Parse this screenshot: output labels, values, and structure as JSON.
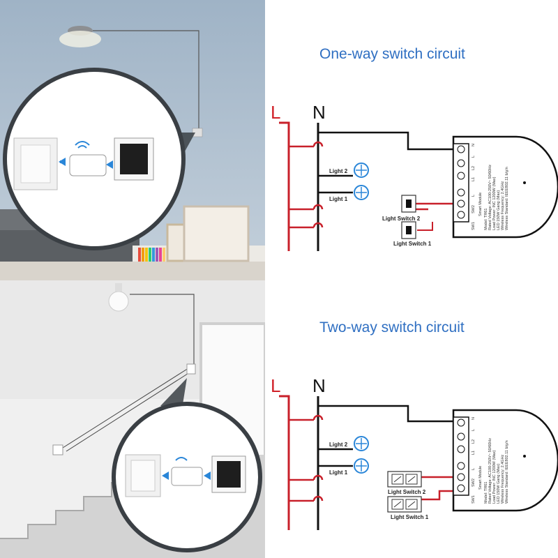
{
  "diagrams": [
    {
      "title": "One-way switch circuit",
      "live_label": "L",
      "neutral_label": "N",
      "light_labels": [
        "Light 2",
        "Light 1"
      ],
      "switch_labels": [
        "Light Switch 2",
        "Light Switch 1"
      ]
    },
    {
      "title": "Two-way switch circuit",
      "live_label": "L",
      "neutral_label": "N",
      "light_labels": [
        "Light 2",
        "Light 1"
      ],
      "switch_labels": [
        "Light Switch 2",
        "Light Switch 1"
      ]
    }
  ],
  "module": {
    "name": "Smart Module",
    "model": "Model: TR61",
    "rated_voltage": "Rated Voltage: AC100-250V~ 50/60Hz",
    "load_power_inc": "Load Power: INC 1200W (Max)",
    "load_power_led": "LED 150W Gang (Max)",
    "wireless_frequency": "Wireless Frequency: 2.4GHz",
    "wireless_standard": "Wireless Standard: IEEE802.11 b/g/n",
    "terminals": [
      "N",
      "L",
      "L2",
      "L1",
      "L",
      "SW2",
      "SW1"
    ]
  },
  "colors": {
    "live_wire": "#c8202a",
    "neutral_wire": "#111111",
    "title": "#2f6fc2"
  }
}
